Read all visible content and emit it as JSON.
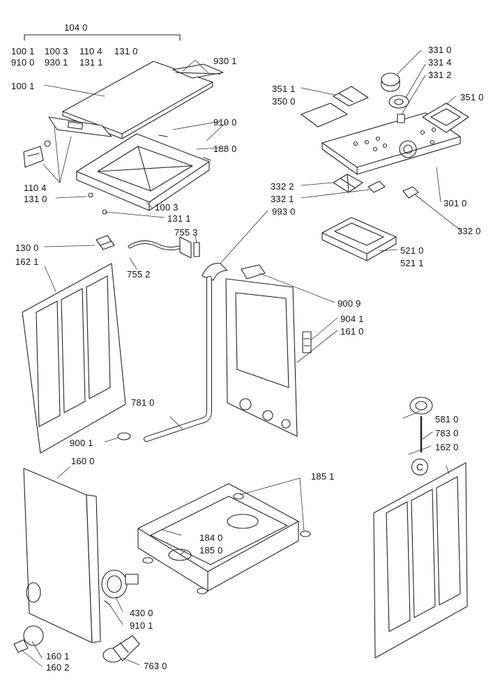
{
  "callouts": {
    "a": "104 0",
    "b": "100 1",
    "c": "100 3",
    "d": "110 4",
    "e": "131 0",
    "f": "910 0",
    "g": "930 1",
    "h": "131 1",
    "i": "930 1",
    "j": "100 1",
    "k": "910 0",
    "l": "188 0",
    "m": "110 4",
    "n": "131 0",
    "o": "100 3",
    "p": "131 1",
    "q": "755 3",
    "r": "130 0",
    "s": "162 1",
    "t": "755 2",
    "u": "331 0",
    "v": "331 4",
    "w": "331 2",
    "x": "351 1",
    "y": "350 0",
    "z": "351 0",
    "aa": "332 2",
    "ab": "332 1",
    "ac": "301 0",
    "ad": "332 0",
    "ae": "993 0",
    "af": "521 0",
    "ag": "521 1",
    "ah": "900 9",
    "ai": "904 1",
    "aj": "161 0",
    "ak": "781 0",
    "al": "900 1",
    "am": "160 0",
    "an": "581 0",
    "ao": "783 0",
    "ap": "162 0",
    "aq": "185 1",
    "ar": "184 0",
    "as": "185 0",
    "at": "430 0",
    "au": "910 1",
    "av": "160 1",
    "aw": "160 2",
    "ax": "763 0",
    "marker": "C"
  }
}
